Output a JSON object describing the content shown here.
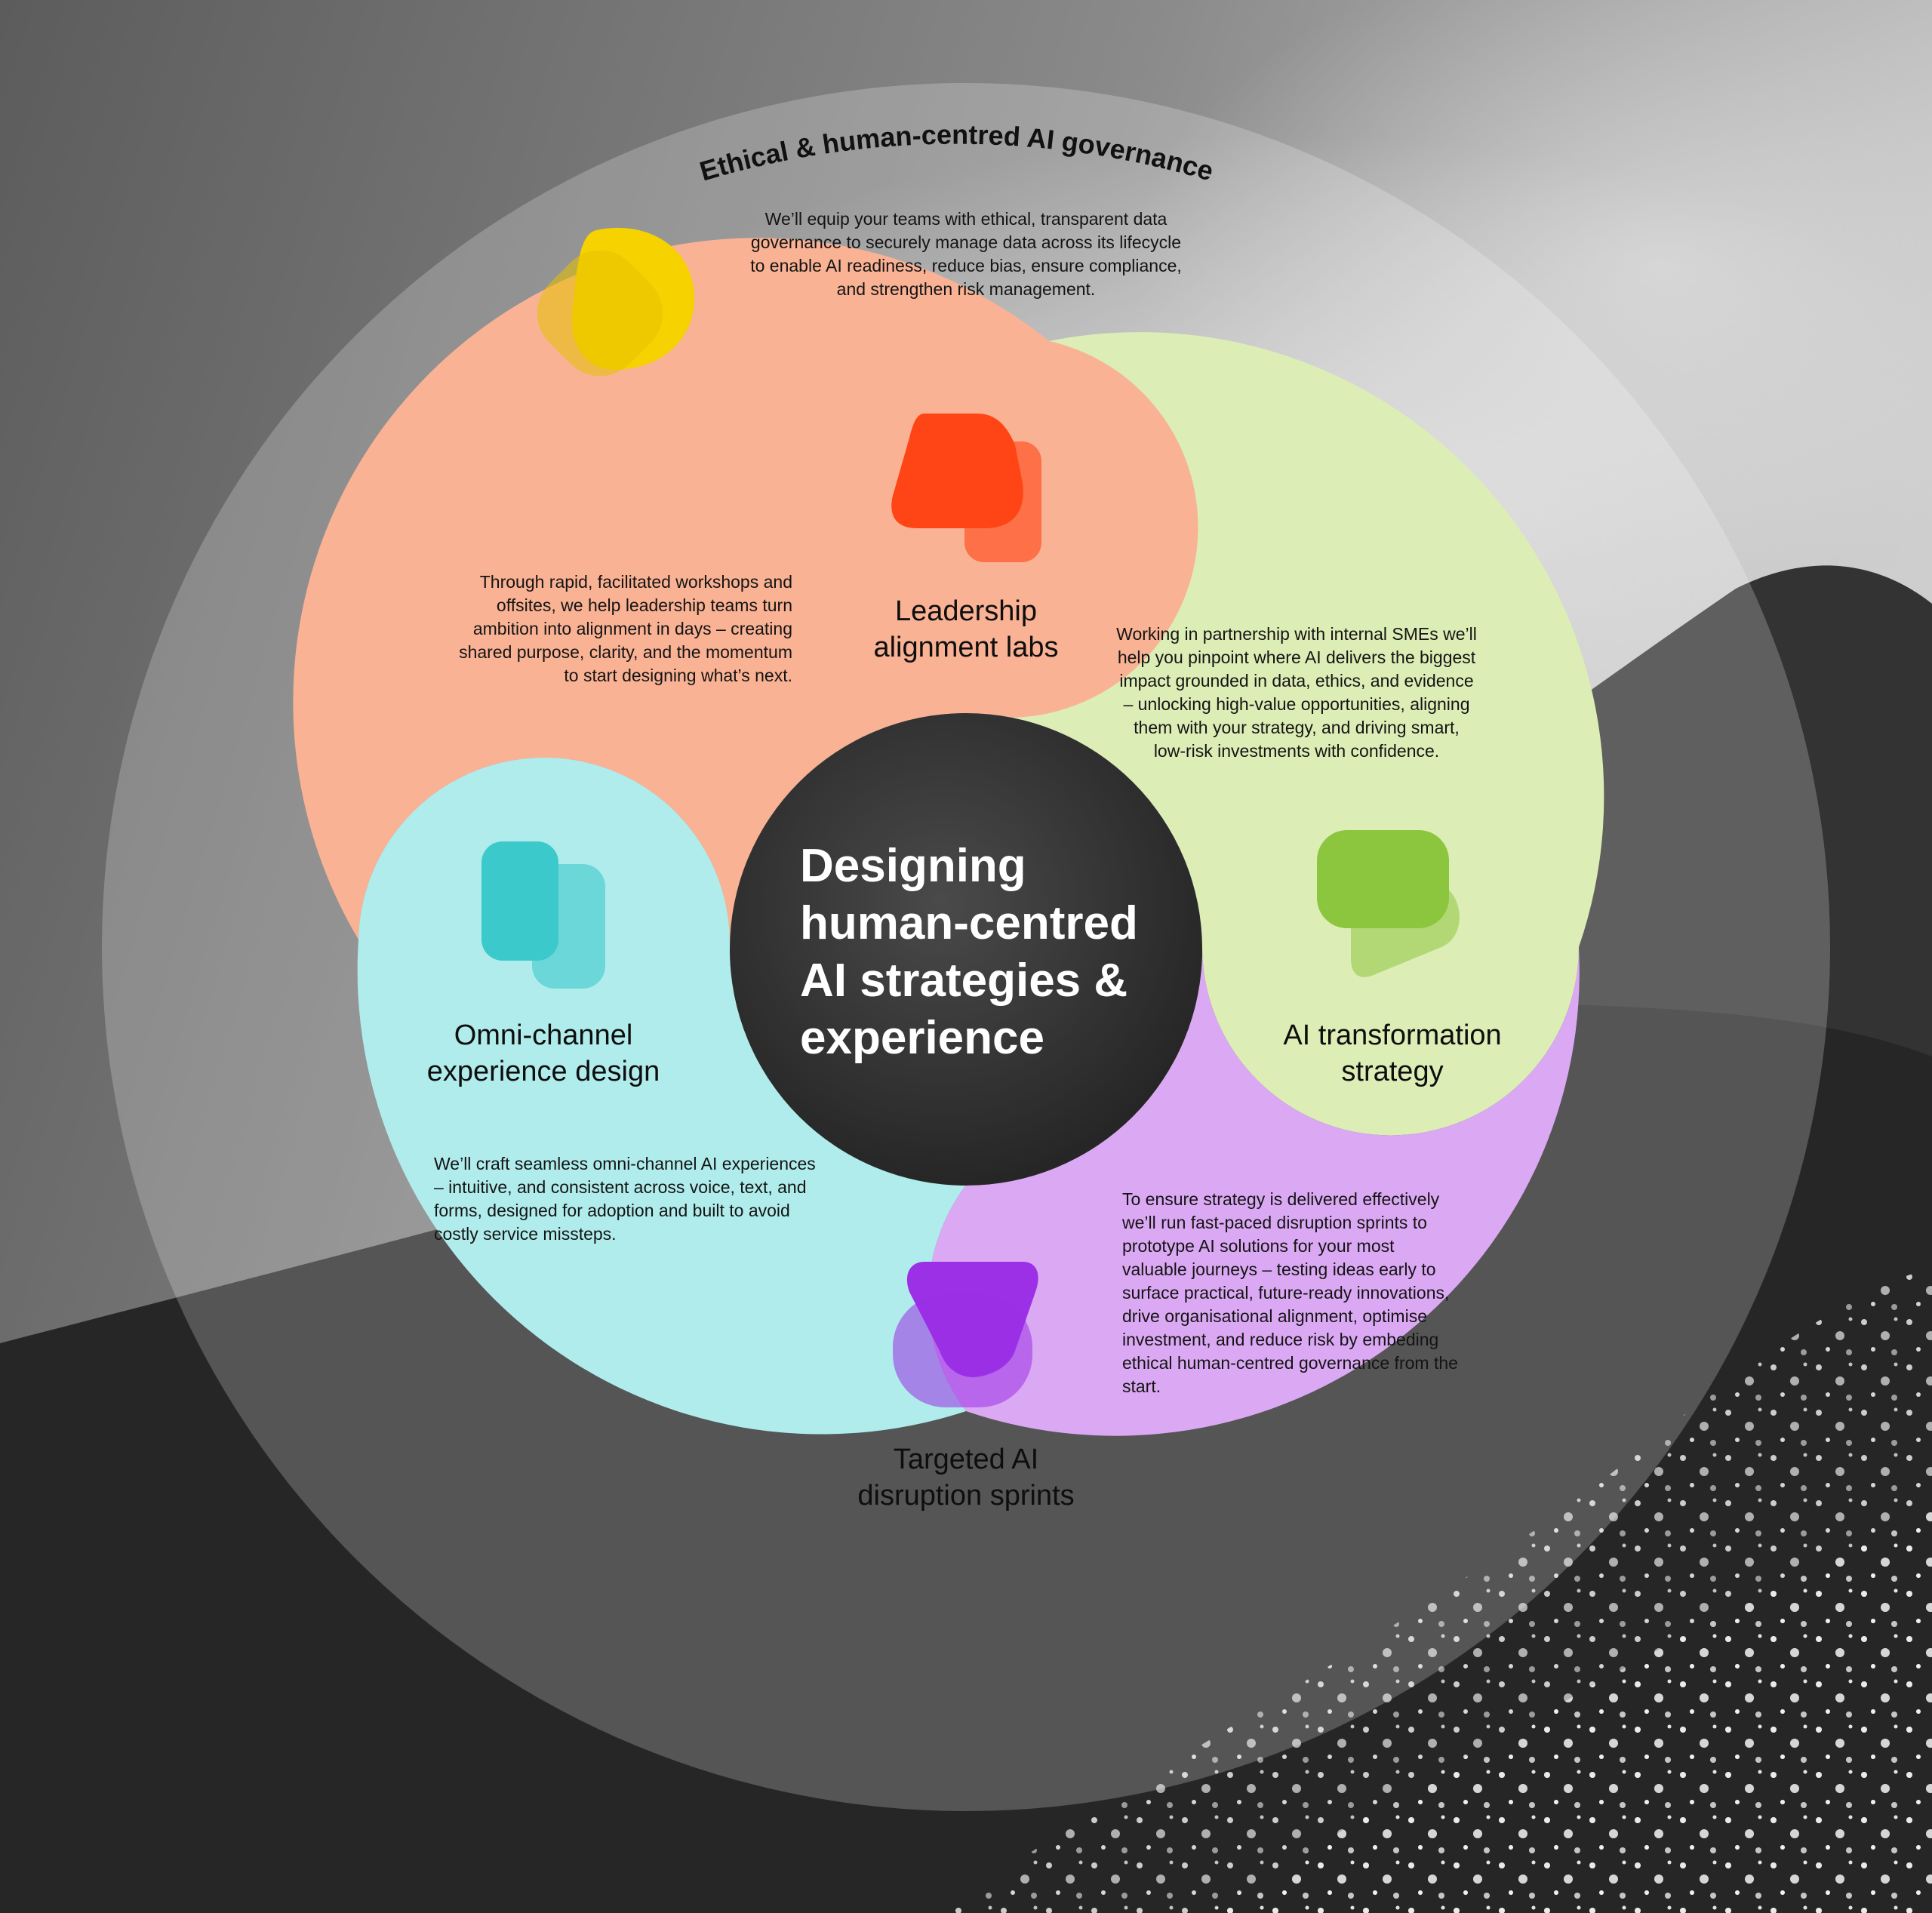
{
  "center": {
    "title": "Designing human-centred AI strategies & experience"
  },
  "governance": {
    "title": "Ethical & human-centred AI governance",
    "body": "We’ll equip your teams with ethical, transparent data governance to securely manage data across its lifecycle to enable AI readiness, reduce bias, ensure compliance, and strengthen risk management.",
    "color": "#f5d200"
  },
  "segments": {
    "leadership": {
      "title": "Leadership alignment labs",
      "body": "Through rapid, facilitated workshops and offsites, we help leadership teams turn ambition into alignment in days – creating shared purpose, clarity, and the momentum to start designing what’s next.",
      "color": "#f9b294",
      "icon_color": "#ff4515"
    },
    "transformation": {
      "title": "AI transformation strategy",
      "body": "Working in partnership with internal SMEs we’ll help you pinpoint where AI delivers the biggest impact grounded in data, ethics, and evidence – unlocking high-value opportunities, aligning them with your strategy, and driving smart, low-risk investments with confidence.",
      "color": "#ddedb6",
      "icon_color": "#8cc63f"
    },
    "sprints": {
      "title": "Targeted AI disruption sprints",
      "body": "To ensure strategy is delivered effectively we’ll run fast-paced disruption sprints to prototype AI solutions for your most valuable journeys – testing ideas early to surface practical, future-ready innovations, drive organisational alignment, optimise investment, and reduce risk by embeding ethical human-centred governance from the start.",
      "color": "#dba9f3",
      "icon_color": "#9b30e6"
    },
    "omnichannel": {
      "title": "Omni-channel experience design",
      "body": "We’ll craft seamless omni-channel AI experiences – intuitive, and consistent across voice, text, and forms, designed for adoption and built to avoid costly service missteps.",
      "color": "#b1ecec",
      "icon_color": "#3cc9cb"
    }
  }
}
